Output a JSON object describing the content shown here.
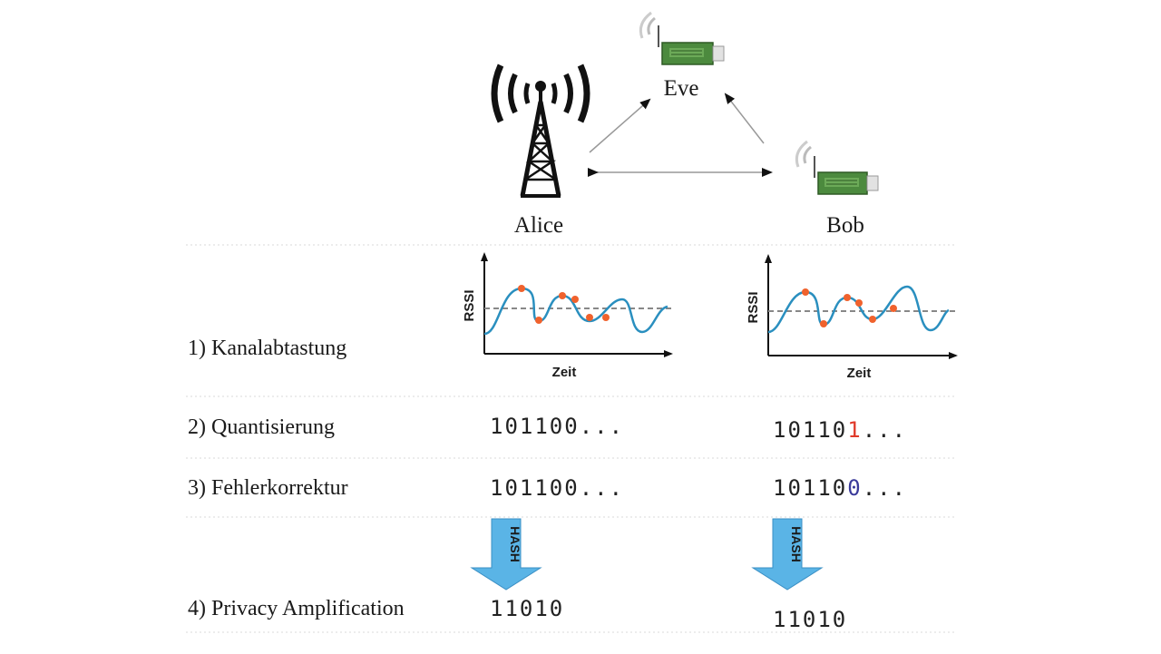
{
  "nodes": {
    "alice": "Alice",
    "bob": "Bob",
    "eve": "Eve"
  },
  "plot_labels": {
    "y": "RSSI",
    "x": "Zeit"
  },
  "steps": [
    {
      "label": "1) Kanalabtastung"
    },
    {
      "label": "2) Quantisierung",
      "alice_bits": "101100...",
      "bob_prefix": "10110",
      "bob_diff": "1",
      "bob_suffix": "..."
    },
    {
      "label": "3) Fehlerkorrektur",
      "alice_bits": "101100...",
      "bob_prefix": "10110",
      "bob_diff": "0",
      "bob_suffix": "..."
    },
    {
      "label": "4) Privacy Amplification",
      "alice_bits": "11010",
      "bob_bits": "11010"
    }
  ],
  "hash_label": "HASH",
  "colors": {
    "wave": "#2a8fbf",
    "sample_points": "#f0622d",
    "error_bit": "#e03a2a",
    "corrected_bit": "#3a3a9a",
    "hash_arrow": "#5ab4e6",
    "usb_board": "#4c8a3e"
  }
}
